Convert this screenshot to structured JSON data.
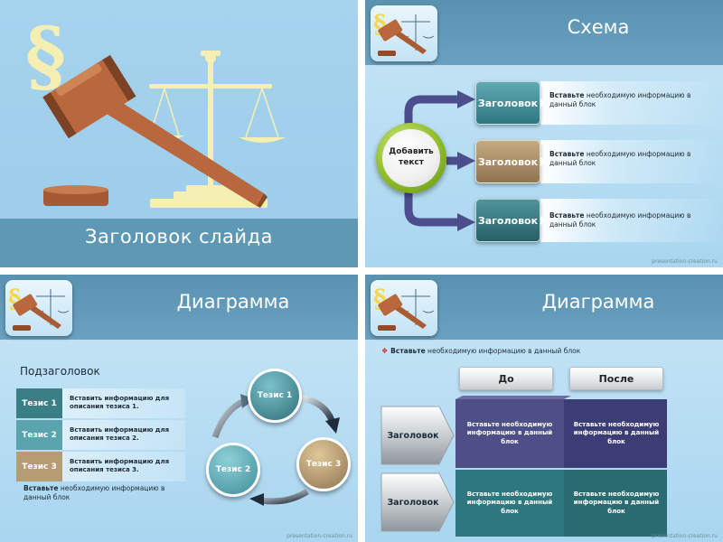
{
  "slide1": {
    "title": "Заголовок слайда",
    "icons": [
      "paragraph-icon",
      "gavel-icon",
      "scales-icon"
    ]
  },
  "slide2": {
    "title": "Схема",
    "center_text": "Добавить текст",
    "items": [
      {
        "label": "Заголовок",
        "bold": "Вставьте",
        "text": " необходимую информацию в данный блок",
        "color": "#3f8e98"
      },
      {
        "label": "Заголовок",
        "bold": "Вставьте",
        "text": " необходимую информацию в данный блок",
        "color": "#a68c63"
      },
      {
        "label": "Заголовок",
        "bold": "Вставьте",
        "text": " необходимую информацию в данный блок",
        "color": "#33777f"
      }
    ],
    "footer": "presentation-creation.ru"
  },
  "slide3": {
    "title": "Диаграмма",
    "subtitle": "Подзаголовок",
    "rows": [
      {
        "label": "Тезис 1",
        "text": "Вставить информацию для описания тезиса 1.",
        "color": "#3a7f86"
      },
      {
        "label": "Тезис 2",
        "text": "Вставить информацию для описания тезиса 2.",
        "color": "#5aa4ae"
      },
      {
        "label": "Тезис 3",
        "text": "Вставить информацию для описания тезиса 3.",
        "color": "#b69c72"
      }
    ],
    "note_bold": "Вставьте",
    "note_text": " необходимую информацию в данный блок",
    "cycle": [
      "Тезис 1",
      "Тезис 2",
      "Тезис 3"
    ],
    "footer": "presentation-creation.ru"
  },
  "slide4": {
    "title": "Диаграмма",
    "bullet_bold": "Вставьте",
    "bullet_text": " необходимую информацию в данный блок",
    "before_label": "До",
    "after_label": "После",
    "rows": [
      {
        "label": "Заголовок",
        "left": "Вставьте необходимую информацию в данный блок",
        "right": "Вставьте необходимую информацию в данный блок",
        "color_left": "#4d4f86",
        "color_right": "#3b3d74"
      },
      {
        "label": "Заголовок",
        "left": "Вставьте необходимую информацию в данный блок",
        "right": "Вставьте необходимую информацию в данный блок",
        "color_left": "#2f777e",
        "color_right": "#2a6a71"
      }
    ],
    "footer": "presentation-creation.ru"
  },
  "colors": {
    "slide_bg": "#a9d6f0",
    "header": "#5f98b5",
    "gavel": "#b8683c",
    "scales": "#f5eeb0",
    "center_ring": "#8fbd2a",
    "arrow_purple": "#4c4d8c"
  }
}
